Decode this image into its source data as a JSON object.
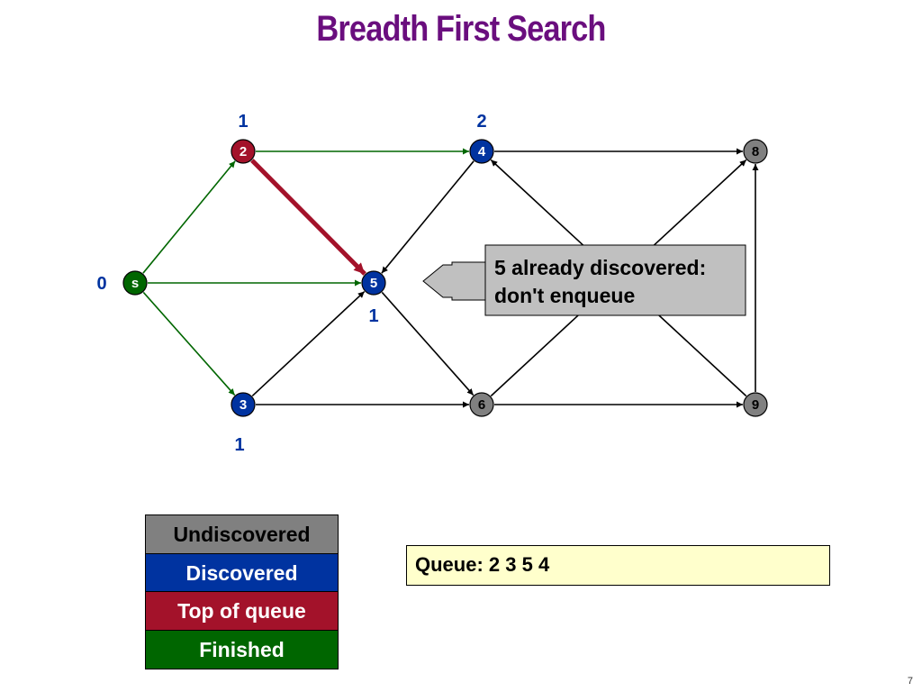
{
  "title": "Breadth First Search",
  "colors": {
    "title": "#6a0e7e",
    "undiscovered": "#808080",
    "discovered": "#0033a0",
    "top_of_queue": "#a3122a",
    "finished": "#006600",
    "distance_label": "#0033a0",
    "callout_fill": "#c0c0c0",
    "queue_fill": "#ffffcc"
  },
  "nodes": [
    {
      "id": "s",
      "label": "s",
      "state": "finished",
      "distance": "0"
    },
    {
      "id": "2",
      "label": "2",
      "state": "top_of_queue",
      "distance": "1"
    },
    {
      "id": "3",
      "label": "3",
      "state": "discovered",
      "distance": "1"
    },
    {
      "id": "4",
      "label": "4",
      "state": "discovered",
      "distance": "2"
    },
    {
      "id": "5",
      "label": "5",
      "state": "discovered",
      "distance": "1"
    },
    {
      "id": "6",
      "label": "6",
      "state": "undiscovered",
      "distance": ""
    },
    {
      "id": "8",
      "label": "8",
      "state": "undiscovered",
      "distance": ""
    },
    {
      "id": "9",
      "label": "9",
      "state": "undiscovered",
      "distance": ""
    }
  ],
  "edges": [
    {
      "from": "s",
      "to": "2",
      "kind": "tree"
    },
    {
      "from": "s",
      "to": "5",
      "kind": "tree"
    },
    {
      "from": "s",
      "to": "3",
      "kind": "tree"
    },
    {
      "from": "2",
      "to": "4",
      "kind": "tree"
    },
    {
      "from": "2",
      "to": "5",
      "kind": "current"
    },
    {
      "from": "4",
      "to": "5",
      "kind": "normal"
    },
    {
      "from": "3",
      "to": "5",
      "kind": "normal"
    },
    {
      "from": "3",
      "to": "6",
      "kind": "normal"
    },
    {
      "from": "5",
      "to": "6",
      "kind": "normal"
    },
    {
      "from": "4",
      "to": "8",
      "kind": "normal"
    },
    {
      "from": "6",
      "to": "9",
      "kind": "normal"
    },
    {
      "from": "9",
      "to": "8",
      "kind": "normal"
    },
    {
      "from": "6",
      "to": "8",
      "kind": "normal"
    },
    {
      "from": "9",
      "to": "4",
      "kind": "normal"
    }
  ],
  "callout": {
    "line1": "5 already discovered:",
    "line2": "don't enqueue"
  },
  "legend": [
    {
      "label": "Undiscovered",
      "state": "undiscovered"
    },
    {
      "label": "Discovered",
      "state": "discovered"
    },
    {
      "label": "Top of queue",
      "state": "top_of_queue"
    },
    {
      "label": "Finished",
      "state": "finished"
    }
  ],
  "queue": {
    "text": "Queue: 2 3 5 4"
  },
  "page_number": "7"
}
